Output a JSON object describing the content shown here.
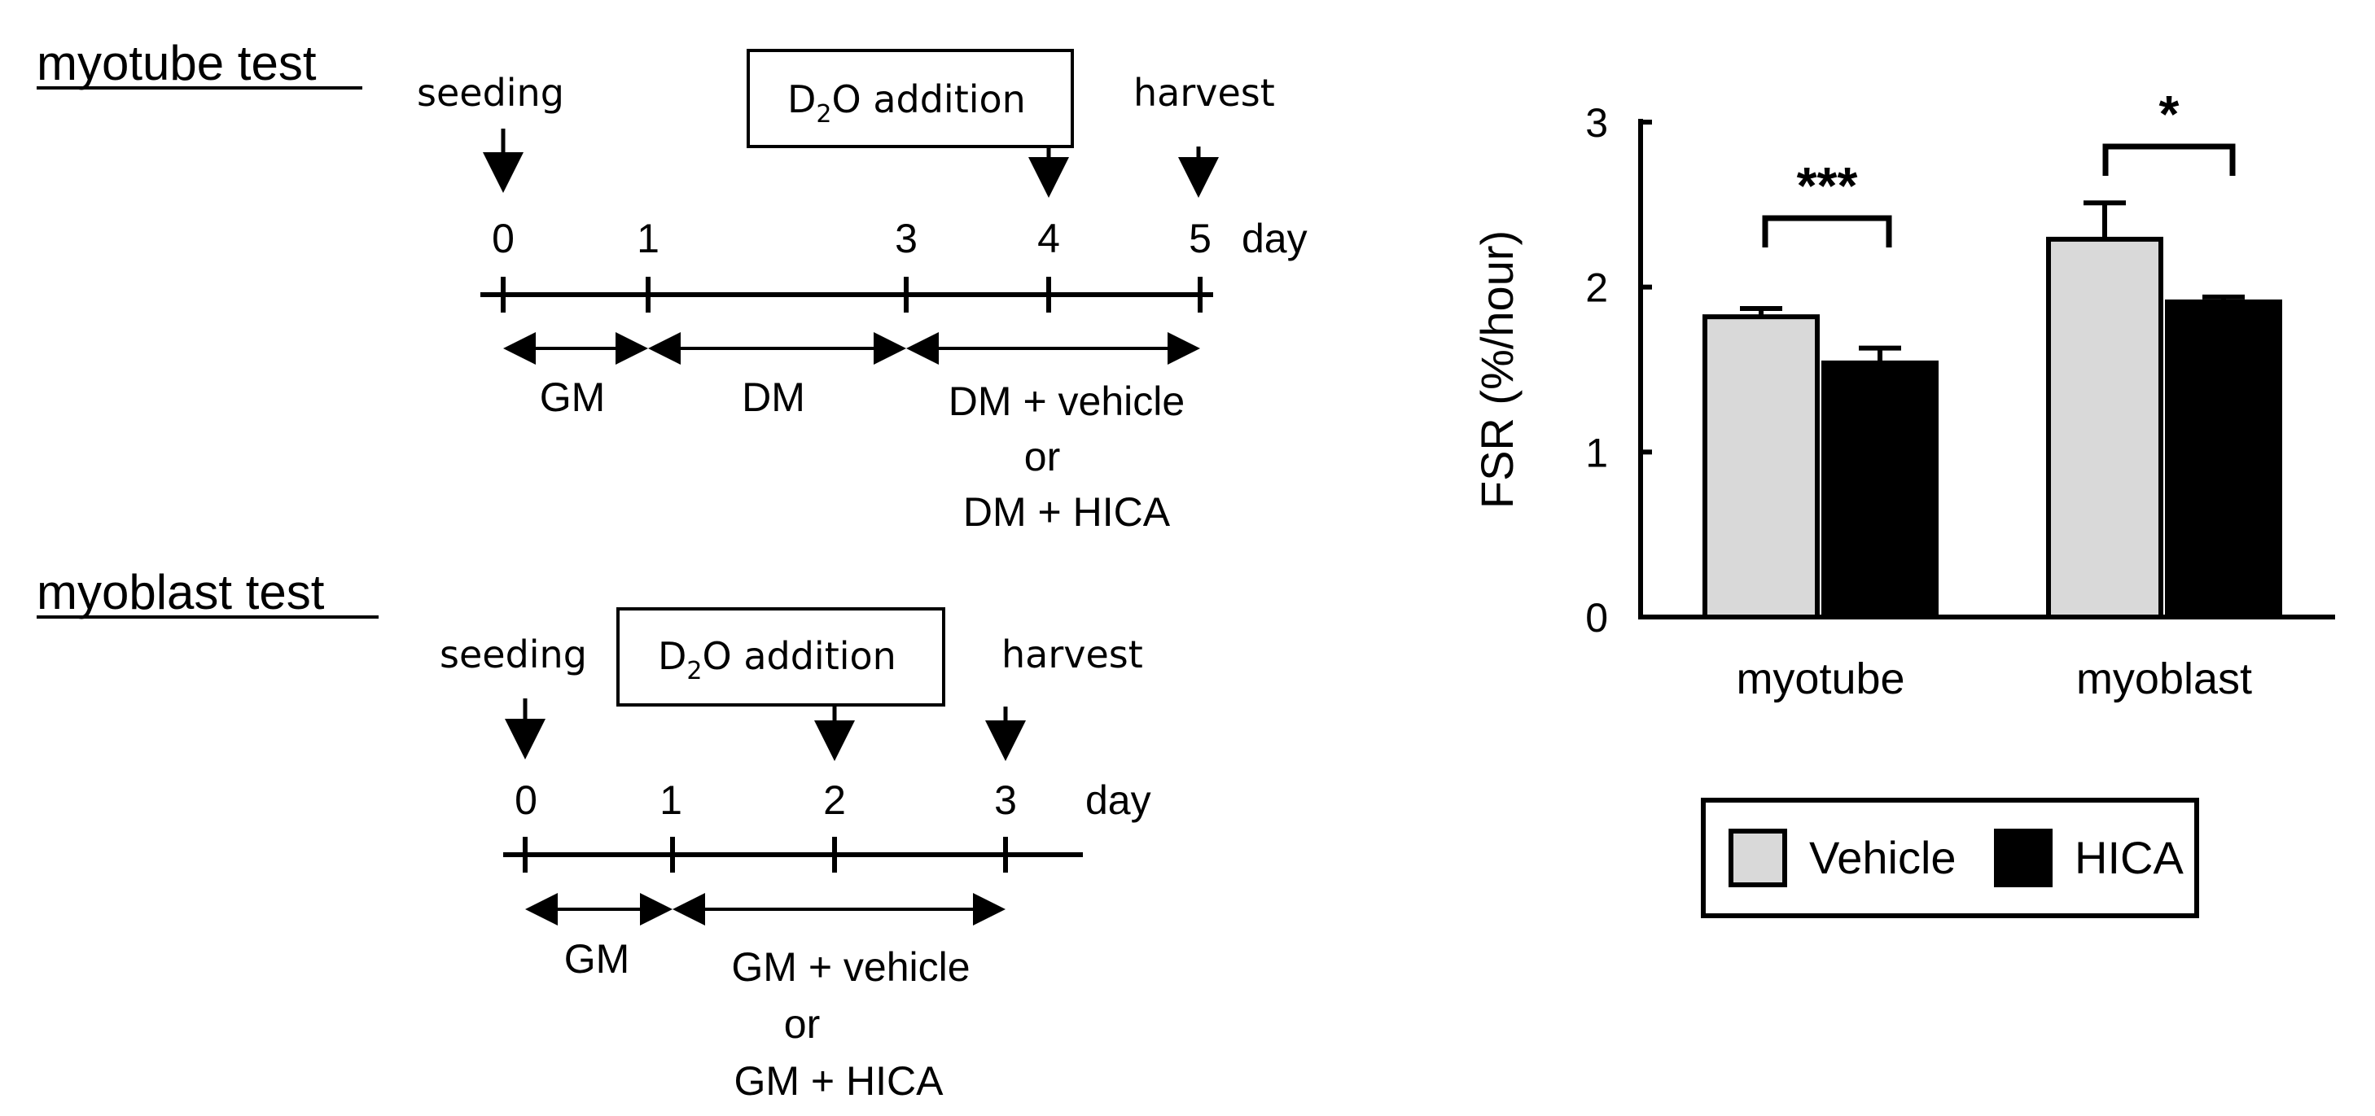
{
  "timeline_top": {
    "title": "myotube test",
    "seeding_label": "seeding",
    "d2o_label_pre": "D",
    "d2o_label_sub": "2",
    "d2o_label_post": "O addition",
    "harvest_label": "harvest",
    "day_ticks": [
      "0",
      "1",
      "3",
      "4",
      "5"
    ],
    "day_unit": "day",
    "phases": [
      "GM",
      "DM"
    ],
    "treatment": [
      "DM + vehicle",
      "or",
      "DM + HICA"
    ]
  },
  "timeline_bottom": {
    "title": "myoblast test",
    "seeding_label": "seeding",
    "d2o_label_pre": "D",
    "d2o_label_sub": "2",
    "d2o_label_post": "O addition",
    "harvest_label": "harvest",
    "day_ticks": [
      "0",
      "1",
      "2",
      "3"
    ],
    "day_unit": "day",
    "phases": [
      "GM"
    ],
    "treatment": [
      "GM + vehicle",
      "or",
      "GM + HICA"
    ]
  },
  "chart_data": {
    "type": "bar",
    "categories": [
      "myotube",
      "myoblast"
    ],
    "series": [
      {
        "name": "Vehicle",
        "color": "#d9d9d9",
        "values": [
          1.82,
          2.29
        ],
        "errors": [
          0.05,
          0.22
        ]
      },
      {
        "name": "HICA",
        "color": "#000000",
        "values": [
          1.54,
          1.91
        ],
        "errors": [
          0.09,
          0.03
        ]
      }
    ],
    "ylabel": "FSR (%/hour)",
    "yticks": [
      "0",
      "1",
      "2",
      "3"
    ],
    "ylim": [
      0,
      3
    ],
    "significance": [
      "***",
      "*"
    ],
    "legend_position": "bottom"
  },
  "colors": {
    "vehicle": "#d9d9d9",
    "hica": "#000000",
    "axis": "#000000"
  }
}
